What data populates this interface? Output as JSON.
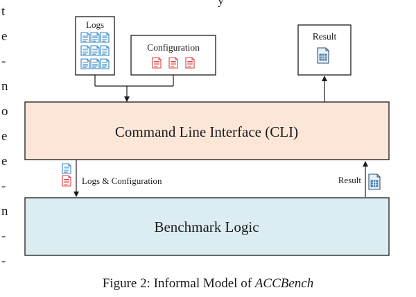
{
  "top_cut_text": "y",
  "left_column_letters": [
    "t",
    "e",
    "-",
    "n",
    "o",
    "e",
    "e",
    "-",
    "n",
    "-",
    "-"
  ],
  "diagram": {
    "logs_box_label": "Logs",
    "configuration_box_label": "Configuration",
    "result_box_label": "Result",
    "cli_label": "Command Line Interface (CLI)",
    "benchmark_label": "Benchmark Logic",
    "down_arrow_label": "Logs & Configuration",
    "up_arrow_label": "Result",
    "colors": {
      "cli_fill": "#fbe6d8",
      "benchmark_fill": "#dcedf2",
      "log_icon": "#2f86c4",
      "config_icon": "#e23b3b",
      "result_icon": "#4f87b8"
    }
  },
  "caption": {
    "prefix": "Figure 2: Informal Model of ",
    "name": "ACCBench"
  }
}
